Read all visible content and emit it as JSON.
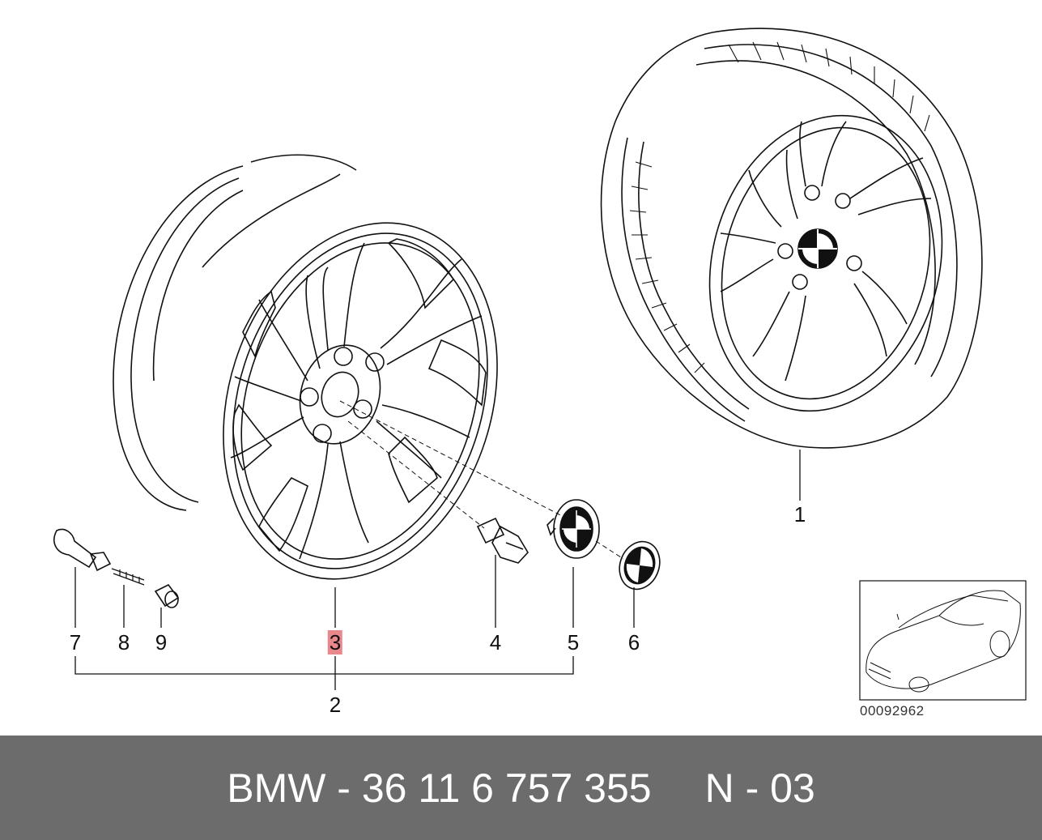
{
  "labels": {
    "tire": "1",
    "set": "2",
    "rim": "3",
    "bolt": "4",
    "hub_cap": "5",
    "emblem": "6",
    "valve": "7",
    "valve_core": "8",
    "valve_cap": "9"
  },
  "ref_code": "00092962",
  "footer": {
    "part_number": "BMW - 36 11 6 757 355",
    "code": "N - 03"
  },
  "colors": {
    "footer_bg": "#6c6c6c",
    "highlight": "#e8888d"
  }
}
